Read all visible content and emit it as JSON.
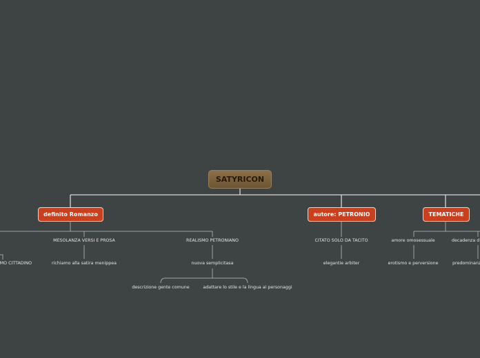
{
  "root": {
    "label": "SATYRICON"
  },
  "branches": {
    "romanzo": {
      "label": "definito Romanzo",
      "children": {
        "cittadino": {
          "label": "IMO CITTADINO"
        },
        "mesolanza": {
          "label": "MESOLANZA VERSI E PROSA",
          "children": [
            "richiamo alla satira menippea"
          ]
        },
        "realismo": {
          "label": "REALISMO PETRONIANO",
          "children": {
            "semplicitasa": {
              "label": "nuova semplicitasa",
              "children": [
                "descrizione gente comune",
                "adattare lo stile e la lingua ai personaggi"
              ]
            }
          }
        }
      }
    },
    "autore": {
      "label": "autore: PETRONIO",
      "children": {
        "citato": {
          "label": "CITATO SOLO DA TACITO",
          "children": [
            "elegantie arbiter"
          ]
        }
      }
    },
    "tematiche": {
      "label": "TEMATICHE",
      "children": {
        "amore": {
          "label": "amore omosessuale",
          "children": [
            "erotismo e perversione"
          ]
        },
        "decadenza": {
          "label": "decadenza d",
          "children": [
            "predominanz"
          ]
        }
      }
    }
  },
  "colors": {
    "background": "#3e4344",
    "root_fill": "#7d633e",
    "main_fill": "#c9401f",
    "line": "#d9d9d9"
  }
}
